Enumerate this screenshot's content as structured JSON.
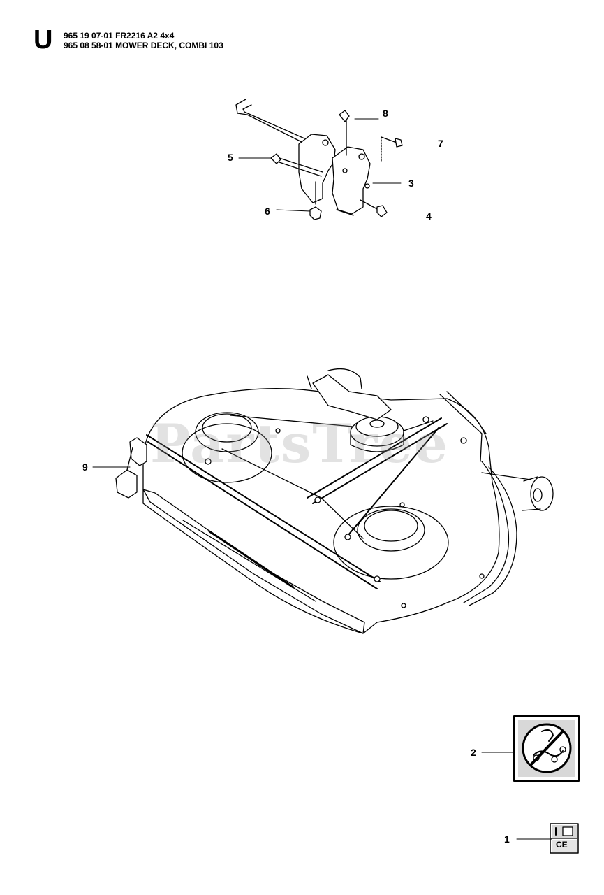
{
  "header": {
    "section_letter": "U",
    "line1": "965 19 07-01 FR2216 A2 4x4",
    "line2": "965 08 58-01 MOWER DECK, COMBI 103"
  },
  "watermark": "PartsTree",
  "callouts": {
    "c1": "1",
    "c2": "2",
    "c3": "3",
    "c4": "4",
    "c5": "5",
    "c6": "6",
    "c7": "7",
    "c8": "8",
    "c9": "9"
  },
  "decal_ce_text": "CE"
}
